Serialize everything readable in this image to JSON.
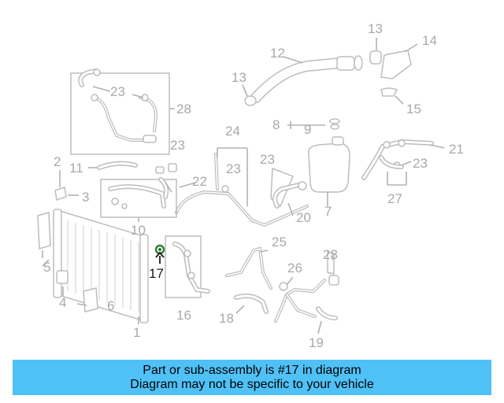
{
  "callouts": [
    {
      "id": "1",
      "label": "1"
    },
    {
      "id": "2",
      "label": "2"
    },
    {
      "id": "3",
      "label": "3"
    },
    {
      "id": "4",
      "label": "4"
    },
    {
      "id": "5",
      "label": "5"
    },
    {
      "id": "6",
      "label": "6"
    },
    {
      "id": "7",
      "label": "7"
    },
    {
      "id": "8",
      "label": "8"
    },
    {
      "id": "9",
      "label": "9"
    },
    {
      "id": "10",
      "label": "10"
    },
    {
      "id": "11",
      "label": "11"
    },
    {
      "id": "12",
      "label": "12"
    },
    {
      "id": "13a",
      "label": "13"
    },
    {
      "id": "13b",
      "label": "13"
    },
    {
      "id": "14",
      "label": "14"
    },
    {
      "id": "15",
      "label": "15"
    },
    {
      "id": "16",
      "label": "16"
    },
    {
      "id": "17",
      "label": "17",
      "highlight": true
    },
    {
      "id": "18",
      "label": "18"
    },
    {
      "id": "19",
      "label": "19"
    },
    {
      "id": "20",
      "label": "20"
    },
    {
      "id": "21",
      "label": "21"
    },
    {
      "id": "22",
      "label": "22"
    },
    {
      "id": "23a",
      "label": "23"
    },
    {
      "id": "23b",
      "label": "23"
    },
    {
      "id": "23c",
      "label": "23"
    },
    {
      "id": "23d",
      "label": "23"
    },
    {
      "id": "23e",
      "label": "23"
    },
    {
      "id": "23f",
      "label": "23"
    },
    {
      "id": "24",
      "label": "24"
    },
    {
      "id": "25",
      "label": "25"
    },
    {
      "id": "26",
      "label": "26"
    },
    {
      "id": "27",
      "label": "27"
    },
    {
      "id": "28",
      "label": "28"
    }
  ],
  "colors": {
    "banner_bg": "#4fc1f6",
    "line_art": "#bdbdbd",
    "highlight_part": "#2e7d32"
  },
  "banner": {
    "line1": "Part or sub-assembly is #17 in diagram",
    "line2": "Diagram may not be specific to your vehicle"
  }
}
